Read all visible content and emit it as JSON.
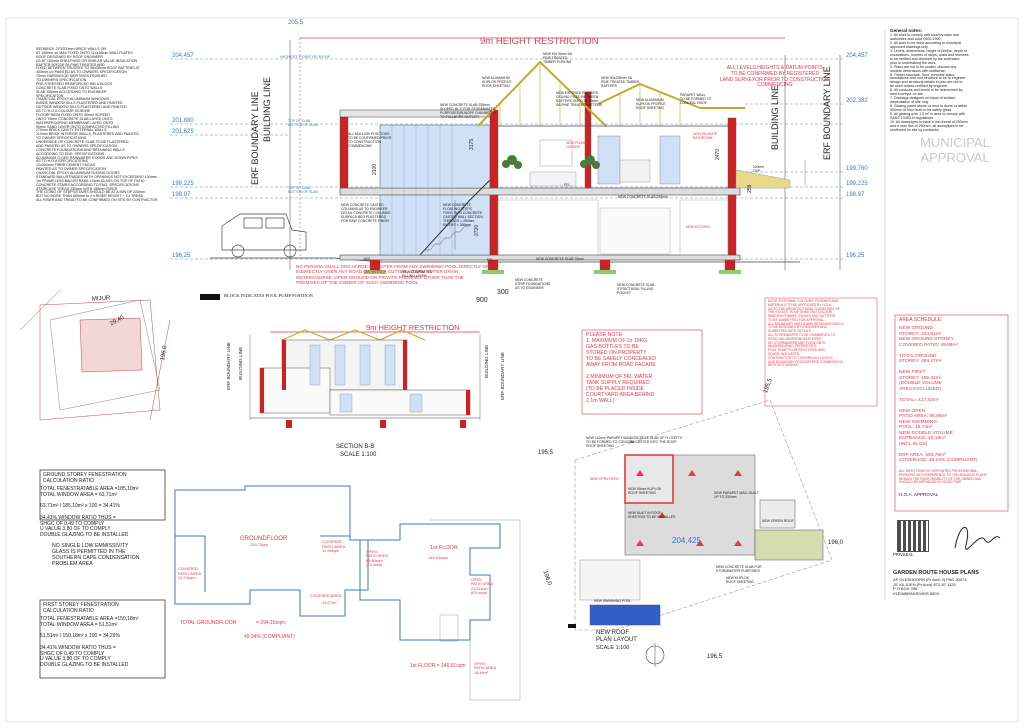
{
  "section_a": {
    "height_restriction": "9m HEIGHT RESTRICTION",
    "levels_left": [
      "204,457",
      "201,880",
      "201,625",
      "199,225",
      "198,97",
      "196,25"
    ],
    "levels_right": [
      "204,457",
      "202,382",
      "199,760",
      "199,225",
      "198,97",
      "196,25"
    ],
    "top_mark": "205,5",
    "bottom_marks": [
      "900",
      "300"
    ],
    "building_line": "BUILDING LINE",
    "erf_boundary": "ERF BOUNDARY LINE",
    "highest_point": "HIGHEST POINT OF ROOF",
    "levels_note": "ALL LEVELS,HEIGHTS & DATUM POINTS\nTO BE CONFIRMED BY REGISTERED\nLAND SURVEYOR PRIOR TO CONSTRUCTION\nCOMMENCING",
    "pool_note": "NO PERSON SHALL DISCHARGE OF WATER FROM ANY SWIMMING POOL DIRECTLY OR\nINDIRECTLY OVER ANY ROAD OR INTO A GUTTER, STORM WATER DRAIN,\nWATERCOURSE, OPEN GROUND OR PRIVATE PREMISES OTHER THAN THE\nPREMISES OF THE OWNER OF SUCH SWIMMING POOL",
    "pool_pump": "BLOCK INDICATES POOL PUMP POSITION",
    "dims": [
      "3175",
      "2100",
      "2470",
      "2720",
      "255"
    ],
    "labels": [
      "NEW CONCRETE SLAB 255mm\nSLOPED @ 1° FOR STORMWATER\nPURPOSES(RUNOFF CHANNELED\nTO FULLBORE OUTLET)",
      "NEW EXPOSED RAFTERS\nCEILING FIXED BETWEEN\nRAFTERS ONTO 38x38mm\nSA PINE TREATED BATTENS",
      "NEW 50x76mm SA\nPINE TREATED\nTIMBER PURLINS",
      "NEW ALUMINIUM\nKLIPLOK PROFILE\nROOF SHEETING",
      "NEW 50x228mm SA\nPINE TREATED TIMBER\nRAFTERS",
      "NEW ALUMINIUM\nKLIPLOK PROFILE\nROOF SHEETING",
      "PARAPET WALL\nTO BE FORMED TO\nCONCEAL ROOF",
      "ALL MULLION POSITIONS\nTO BE CONFIRMED PRIOR\nTO CONSTRUCTION\nCOMMENCING",
      "NEW PLUNGE\nLOUNGE",
      "NEW EN-SUITE\nBATHROOM",
      "NEW CONCRETE SLAB 255mm",
      "NEW CONCRETE CASTED\nCOLUMNS AS TO ENGINEER\nDETAIL CONCRETE COLUMNS\nSURFACE BED PLASTERED\nFOR RAW CONCRETE FINISH",
      "NEW CONCRETE\nFLOATING STEPS\nFIXED INTO CONCRETE\nCASTED WALL SECTION\nTHREADS = 250mm\nRISERS = 186mm",
      "NEW KITCHEN",
      "NEW COMPACTED\nFILLING LAYER",
      "NEW CONCRETE SLAB 75mm",
      "NEW CONCRETE\nSTRIP FOUNDATIONS\nAS TO ENGINEER",
      "NEW CONCRETE SLAB\nSTRUCTURAL FILLING\nPOCKET",
      "110mm\nOVP",
      "TOP OF SLAB\nBOTTOM OF SLAB",
      "TOP OF SLAB\nBOTTOM OF SLAB",
      "NGL",
      "FFL",
      "FFL"
    ]
  },
  "spec_notes": "REDBRICK 270/220mm BRICK WALLS ON\nAT 150mm on M&E FIXED ONTO 114x38mm WALLPLATES\nROOF DESIGNED BY ROOF ENGINEER\nAS AT 150mm SHEATHING OR SIMILAR VALUE INSULATION\nRAFTER 50X228 SA PINE TREATED AND\nFIXED BETWEEN TRUSSES TO 38x38mm ROOF BATTENS AT\n400mm c/c PAINTED AS TO OWNERS SPECIFICATION\n76mm HARDWOOD SKIRTINGS FINISHED\nTO OWNERS SPECIFICATION\nPRE-STRESSED REINFORCED RIB & BLOCK\nCONCRETE SLAB FIXED ONTO WALLS\nSLAB 255mm ACCORDING TO ENGINEER\nSPECIFICATION\nCHARCOAL EPOXY ALUMINIUM WINDOWS\nINSIDE WINDOW SILLS PLASTERED AND PAINTED\nOUTSIDE WINDOW SILLS PLASTERED AND PAINTED\nAS TO H.O.A COLOUR SCHEME\nFLOORFINISH FIXED ONTO 30mm SCREED\nONTO 75mm CONCRETE SLAB LAYED ONTO\nWATERPROOFING MEMBRANE LAYED ONTO\n50mm SAND LAYER ONTO COMPACTED FILLING\n270mm BRICK CAVITY EXTERNAL WALLS\n110mm BRICK INTERIOR WALLS, PLASTERED AND PAINTED\nTO OWNER SPECIFICATIONS\nUNDERSIDE OF CONCRETE SLAB TO BE PLASTERED\nAND PAINTED AS TO OWNERS SPECIFICATION\nCONCRETE FOUNDATIONS AND RETAINING WALLS\nACCORDING TO ENG. SPECIFICATIONS\nALUMINIUM O-GEE RAINWATER GOODS AND DOWN PIPES\nAS TO H.O.A SPECIFICATIONS\n12x300mm FIBRE CEMENT FACIAS\nPAINTED AS TO OWNER SPECIFICATION\nCHARCOAL EPOXY ALUMINIUM SLIDING DOORS\nSTANDARD BALUSTRADES WITH OPENINGS NOT EXCEEDING 100mm\n1m FRAMELESS BALUSTRADE 10mm GLASS ON TOP OF PATIO\nCONCRETE STAIRS ACCORDING TO ENG. SPECIFICATIONS\nSTAIRCASE TREAD 250mm WITH 186mm RISER\nTHE GOING OF STEPS/STAIRS SHOULD BE AT A MIN OF 225mm\nBUT NO MORE THAN 850mm to 2 x RISER HEIGHT + 1 x TREAD\nALL RISER AND TREAD TO BE CONFIRMED ON SITE BY CONTRACTOR",
  "general_notes": {
    "title": "General notes:",
    "text": "1. All work to comply with local by-laws and\n   authorities and code 0400-1990\n2. All work to be done according to municipal\n   approved drawings only\n3. Levels, dimensions, height of plinths, depth of\n   excavations, number of steps, costs and stresses\n   to be verified and checked by the contractor\n   prior to undertaking the work\n4. Plans are not to be scaled, discuss any\n   unclear dimensions with draftsman\n5. Timber structure, floor, concrete slabs,\n   foundations and roof structure to be to engineer\n   design and structural details in plan are not to\n   be used unless certified by engineer\n6. All contours and levels to be determined by\n   land surveyor on site\n7. Drainage designed on basis of surface\n   dispensation of site only\n8. Glazing panel above or next to doors or within\n   500mm of floor level to be safety glass\n9. All glazing over 1.5 m² in area to comply with\n   SANS 10400-N regulations\n10. All downpipes to have a min threat of 250mm\n    and a max rise of 250mm, all downpipes to be\n    confirmed on site by contractor"
  },
  "municipal_approval": "MUNICIPAL\nAPPROVAL",
  "section_b": {
    "height_restriction": "9m HEIGHT RESTRICTION",
    "title": "SECTION B-B",
    "scale": "SCALE 1:100",
    "building_line": "BUILDING LINE",
    "erf_boundary": "ERF BOUNDARY LINE"
  },
  "site_sketch": {
    "mijur": "MIJUR",
    "dims": [
      "29,40",
      "196,0"
    ]
  },
  "gas_note": "PLEASE NOTE\n1. MAXIMUM OF 2x 19KG\nGAS BOTTLES TO BE\nSTORED ON PROPERTY\nTO BE SAFELY CONCEALED\nAWAY FROM ROAD FACADE\n\n2.MINIMUM OF 5KL WATER\nTANK SUPPLY REQUIRED\n(TO BE PLACED INSIDE\nCOURTYARD AREA BEHIND\n2,1m WALL)",
  "hoa_note": "NOTE: EXTERNAL COLOURS, FINISHES AND\nMATERIALS TO BE APPROVED BY H.O.A.\nAS TO THE ARCHITECTURAL GUIDELINES OF\nTHE ESTATE. ROOF SHEETING COLOUR,\nWINDOW FRAMES, FACIAS AND GUTTERS\nTO BE SUBMITTED FOR APPROVAL.\nALL BOUNDARY WALLS AND RETAINING WALLS\nTO BE DESIGNED BY ENGINEER AND\nSUBMITTED WITH DETAILS.\nALL STORMWATER TO BE CHANNELED TO\nROAD VIA UNDERGROUND PIPES.\nNO STORMWATER MAY FLOW ONTO\nNEIGHBOURING PROPERTIES.\nPOOL PUMP TO BE ENCLOSED AND\nSOUND INSULATED.\nCONTRACTOR TO CONFIRM ALL LEVELS\nAND BOUNDARY PEGS BEFORE COMMENCING\nWITH SITE WORKS.",
  "area_schedule": {
    "title": "AREA SCHEDULE:",
    "text": "NEW GROUND\nSTOREY: 234,61m²\nNEW GROUND STOREY\nCOVERED PATIO: 49,88m²\n\nTOTAL GROUND\nSTOREY: 284,27m²\n\nNEW FIRST\nSTOREY: 155,42m²\n(DOUBLE VOLUME\nAREA EXCLUDED)\n\nTOTAL= 417,42m²\n\nNEW OPEN\nPATIO AREA: 85,86m²\nNEW SWIMMING\nPOOL: 16,74m²\nNEW DOUBLE VOLUME\nENTRANCE: 10,18m²\n(INCL IN GS)\n\nERF AREA: 593,79m²\nCOVERAGE: 48,24% (COMPLIANT)",
    "approval_note": "ALL INFECTIONS BY APPOINTED PROFESSIONAL\nPERSONS WITH REFERENCE TO THE BUILDING PLANS\nREMAIN THE RESPONSIBILITY OF THE OWNER AND\nSHOULD BE ARRANGED IN GOOD TIME",
    "hoa_approval": "H.O.A. APPROVAL"
  },
  "ground_fen": {
    "title": "GROUND STOREY FENESTRATION\nCALCULATION RATIO",
    "text": "TOTAL FENESTRATABLE AREA =185,10m²\nTOTAL WINDOW AREA = 63,71m²\n\n63,71m² / 185,10m² x 100 = 34,41%\n\n34,41% WINDOW RATIO THUS =\nSHGC OF 0,49 TO COMPLY\nU VALUE 3,80 OF TO COMPLY\nDOUBLE GLAZING TO BE INSTALLED"
  },
  "low_e_note": "NO SINGLE LOW EMMISSIVITY\nGLASS IS PERMITTED IN THE\nSOUTHERN CAPE CONDENSATION\nPROBLEM AREA",
  "first_fen": {
    "title": "FIRST STOREY FENESTRATION\nCALCULATION RATIO",
    "text": "TOTAL FENESTRATABLE AREA =150,18m²\nTOTAL WINDOW AREA = 51,51m²\n\n51,51m² / 150,18m² x 100 = 34,29%\n\n34,41% WINDOW RATIO THUS =\nSHGC OF 0,49 TO COMPLY\nU VALUE 3,80 OF TO COMPLY\nDOUBLE GLAZING TO BE INSTALLED"
  },
  "groundfloor_plan": {
    "label": "GROUNDFLOOR",
    "area": "234,75qm",
    "covered_patio_left": "COVERED\nPATIO AREA\n24,79sqm",
    "covered_patio_right": "COVERED\nPATIO AREA\n11,98sqm",
    "covered_area_bottom": "COVERED AREA",
    "covered_area_sqm": "13,07m²",
    "total": "TOTAL GROUNDFLOOR",
    "total_area": "= 294,16sqm",
    "coverage": "49,94% (COMPLIANT)"
  },
  "firstfloor_plan": {
    "label": "1st FLOOR",
    "area": "146,91sqm",
    "open_patio_left": "OPEN\nPATIO AREA\n63,86sqm\n(EX.area)",
    "open_patio_right": "OPEN\nPATIO AREA\n21,01sqm\n(EX.area)",
    "open_patio_bottom": "OPEN\nPATIO AREA\n16,49m²",
    "total": "1st FLOOR = 146,91sqm"
  },
  "roof_plan": {
    "title": "NEW ROOF\nPLAN LAYOUT",
    "scale": "SCALE 1:100",
    "level": "204,425",
    "boundary": [
      "195,5",
      "195,5",
      "196,0",
      "196,0",
      "196,5"
    ],
    "labels": [
      "NEW 110mm PARAPET WALL\nTO BE FORMED TO CONCEAL\nROOF SHEETING",
      "CONCRETE SLAB OF FLOOR TO\nBE CASTED INTO THE ROOF",
      "NEW 90mm KLIPLOK\nROOF SHEETING",
      "NEW GREEN ROOF",
      "NEW BUILT IN ROOF\nSHEETING TO BE INSTALLED",
      "NEW PARAPET WALL BUILT\nUP TO 330mm",
      "NEW OPEN PATIO",
      "NEW SWIMMING POOL",
      "NEW KLIPLOK\nROOF SHEETING",
      "NEW CONCRETE SLAB FOR\nSTORMWATER PURPOSES"
    ]
  },
  "title_block": {
    "company": "GARDEN ROUTE HOUSE PLANS",
    "lines": "AP OLESHOORN (Pr Arch.2) PAD 30073\nJS VILJOEN (Pr.Arch) 872-87 1125\nP O BOX 398\nKLEINBRAKRIVIER 6503",
    "stamp": "PRIVSEAL"
  }
}
